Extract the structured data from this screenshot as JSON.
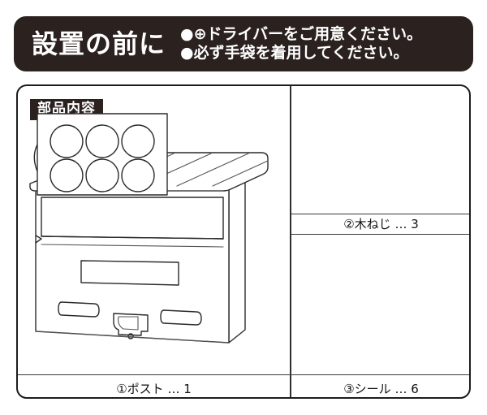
{
  "header": {
    "title": "設置の前に",
    "notes": [
      "●⊕ドライバーをご用意ください。",
      "●必ず手袋を着用してください。"
    ],
    "background_color": "#2b2220",
    "text_color": "#ffffff"
  },
  "parts_panel": {
    "badge": "部品内容",
    "badge_background": "#2b2220",
    "border_color": "#1c1c1c",
    "items": [
      {
        "number": "①",
        "caption": "①ポスト … 1",
        "name": "ポスト",
        "quantity": "1",
        "figure": "mailbox-illustration"
      },
      {
        "number": "②",
        "caption": "②木ねじ … 3",
        "name": "木ねじ",
        "quantity": "3",
        "figure": "wood-screw-illustration"
      },
      {
        "number": "③",
        "caption": "③シール … 6",
        "name": "シール",
        "quantity": "6",
        "figure": "seal-sheet-illustration",
        "seal_count": 6,
        "seal_grid": "3x2"
      }
    ]
  }
}
